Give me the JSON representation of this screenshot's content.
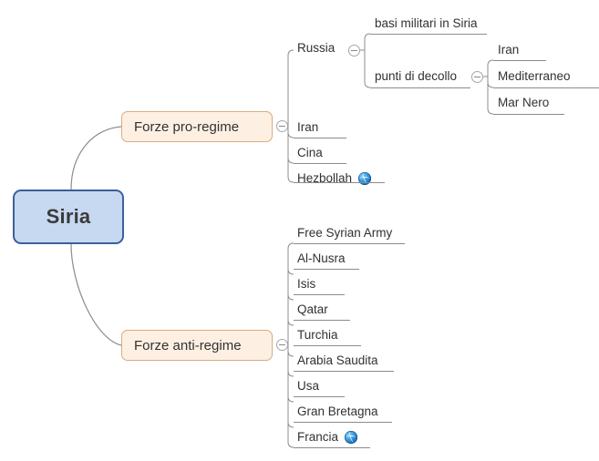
{
  "document": {
    "title": "Siria",
    "background_color": "#ffffff"
  },
  "colors": {
    "root_fill": "#c6d9f1",
    "root_border": "#3c5f9c",
    "branch_fill": "#fdf0e3",
    "branch_border": "#d9ab7f",
    "line": "#8c8c8c",
    "text": "#33312f"
  },
  "root": {
    "label": "Siria"
  },
  "branches": {
    "pro": {
      "label": "Forze pro-regime",
      "toggle_icon": "collapse-minus-icon"
    },
    "anti": {
      "label": "Forze anti-regime",
      "toggle_icon": "collapse-minus-icon"
    }
  },
  "pro_regime": {
    "items": [
      {
        "label": "Russia",
        "toggle_icon": "collapse-minus-icon",
        "has_link": false
      },
      {
        "label": "Iran",
        "has_link": false
      },
      {
        "label": "Cina",
        "has_link": false
      },
      {
        "label": "Hezbollah",
        "has_link": true,
        "link_icon": "globe-icon"
      }
    ]
  },
  "russia_children": {
    "items": [
      {
        "label": "basi militari in Siria",
        "has_link": false
      },
      {
        "label": "punti di decollo",
        "toggle_icon": "collapse-minus-icon",
        "has_link": false
      }
    ]
  },
  "punti_di_decollo_children": {
    "items": [
      {
        "label": "Iran",
        "has_link": false
      },
      {
        "label": "Mediterraneo",
        "has_link": false
      },
      {
        "label": "Mar Nero",
        "has_link": false
      }
    ]
  },
  "anti_regime": {
    "items": [
      {
        "label": "Free Syrian Army",
        "has_link": false
      },
      {
        "label": "Al-Nusra",
        "has_link": false
      },
      {
        "label": "Isis",
        "has_link": false
      },
      {
        "label": "Qatar",
        "has_link": false
      },
      {
        "label": "Turchia",
        "has_link": false
      },
      {
        "label": "Arabia Saudita",
        "has_link": false
      },
      {
        "label": "Usa",
        "has_link": false
      },
      {
        "label": "Gran Bretagna",
        "has_link": false
      },
      {
        "label": "Francia",
        "has_link": true,
        "link_icon": "globe-icon"
      }
    ]
  }
}
